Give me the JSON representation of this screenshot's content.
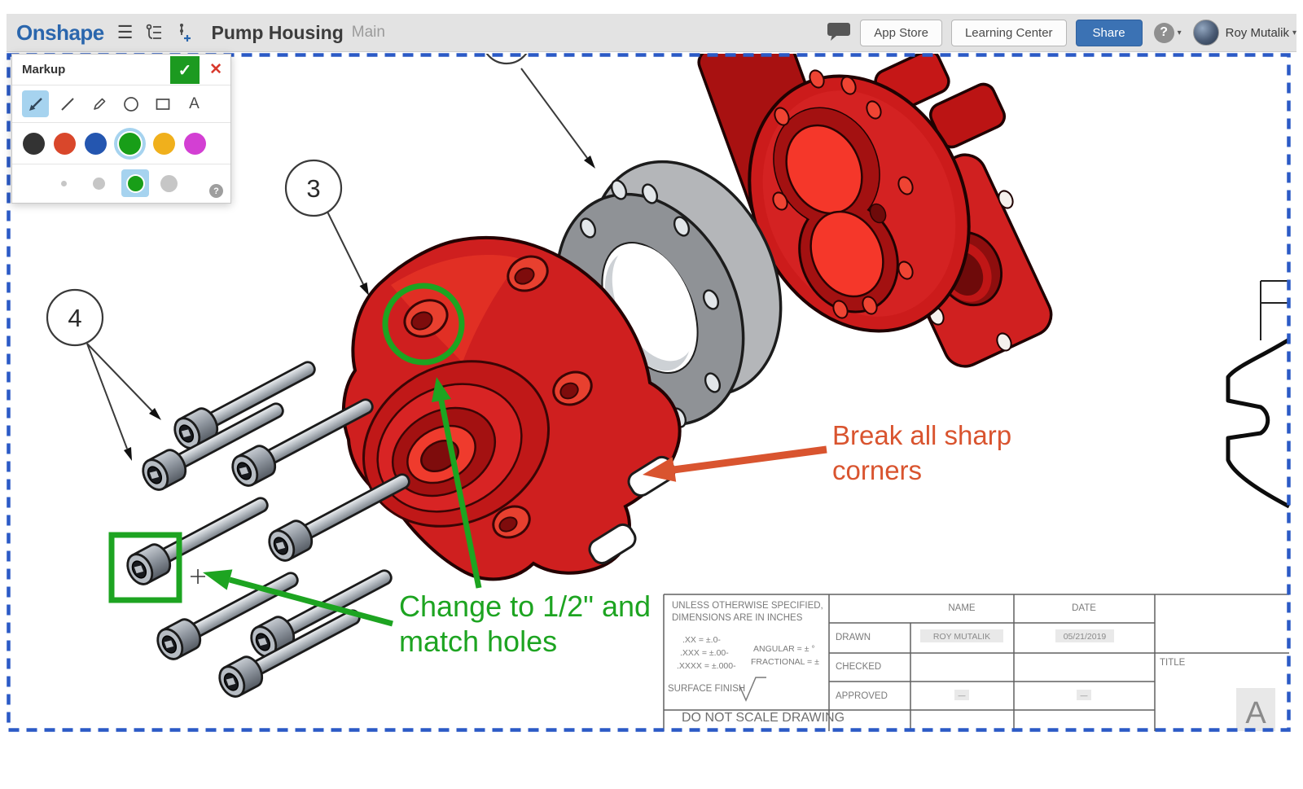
{
  "app": {
    "brand": "Onshape",
    "document_title": "Pump Housing",
    "workspace": "Main"
  },
  "topbar": {
    "app_store": "App Store",
    "learning_center": "Learning Center",
    "share": "Share",
    "user_name": "Roy Mutalik"
  },
  "icons": {
    "hamburger": "☰",
    "caret_down": "▾",
    "check": "✓",
    "close": "✕",
    "question": "?"
  },
  "markup_panel": {
    "title": "Markup",
    "tools": [
      "arrow",
      "line",
      "pencil",
      "ellipse",
      "rectangle",
      "text"
    ],
    "selected_tool": "arrow",
    "text_tool_label": "A",
    "palette": [
      "#333333",
      "#d9472b",
      "#2456b0",
      "#189e18",
      "#f0b01c",
      "#d33fd3"
    ],
    "selected_color": "#189e18",
    "sizes": [
      "xs",
      "small",
      "medium",
      "large"
    ],
    "selected_size": "medium"
  },
  "annotations": {
    "balloon_3": "3",
    "balloon_4": "4",
    "green_note_line1": "Change to 1/2\" and",
    "green_note_line2": "match holes",
    "red_note_line1": "Break all sharp",
    "red_note_line2": "corners",
    "green_color": "#1da421",
    "red_color": "#d9542f",
    "border_color": "#2b5ac6"
  },
  "title_block": {
    "tolerance_title_1": "UNLESS OTHERWISE SPECIFIED,",
    "tolerance_title_2": "DIMENSIONS ARE IN INCHES",
    "tol_xx": ".XX = ±.0-",
    "tol_xxx": ".XXX = ±.00-",
    "tol_xxxx": ".XXXX = ±.000-",
    "angular": "ANGULAR = ± °",
    "fractional": "FRACTIONAL = ±",
    "surface_finish": "SURFACE FINISH",
    "do_not_scale": "DO NOT SCALE DRAWING",
    "col_name": "NAME",
    "col_date": "DATE",
    "rows": [
      {
        "label": "DRAWN",
        "name": "ROY MUTALIK",
        "date": "05/21/2019"
      },
      {
        "label": "CHECKED",
        "name": "",
        "date": ""
      },
      {
        "label": "APPROVED",
        "name": "—",
        "date": "—"
      }
    ],
    "title_label": "TITLE",
    "sheet_size": "A"
  }
}
